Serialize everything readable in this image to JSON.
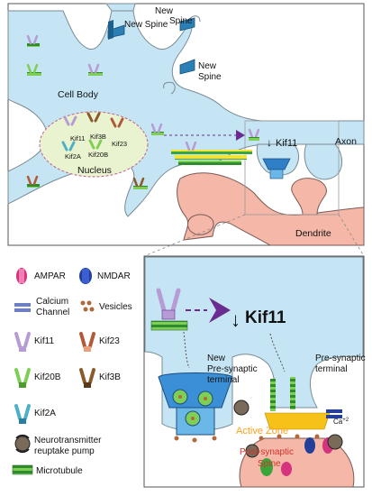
{
  "colors": {
    "cytoplasm": "#c6e5f4",
    "membrane": "#7a8b93",
    "dendrite": "#f4b7a8",
    "nucleus": "#e9f3cf",
    "kif11": "#b79bd4",
    "arrow_purple": "#6a2c91",
    "microtubule_green": "#3aa63a",
    "microtubule_yellow": "#f2e33a",
    "ampar": "#d6337e",
    "nmdar": "#233f9a",
    "active_zone": "#f6c21a",
    "postsyn_label": "#d0342c"
  },
  "top_panel": {
    "new_spine_1": "New Spine",
    "new_spine_2_line1": "New",
    "new_spine_2_line2": "Spine",
    "new_spine_3_line1": "New",
    "new_spine_3_line2": "Spine",
    "cell_body": "Cell Body",
    "nucleus": "Nucleus",
    "kif_labels": [
      "Kif11",
      "Kif3B",
      "Kif23",
      "Kif2A",
      "Kif20B"
    ],
    "kif11_down": "Kif11",
    "axon": "Axon",
    "dendrite": "Dendrite"
  },
  "legend": {
    "ampar": "AMPAR",
    "nmdar": "NMDAR",
    "calcium_line1": "Calcium",
    "calcium_line2": "Channel",
    "vesicles": "Vesicles",
    "kif11": "Kif11",
    "kif23": "Kif23",
    "kif20b": "Kif20B",
    "kif3b": "Kif3B",
    "kif2a": "Kif2A",
    "pump_line1": "Neurotransmitter",
    "pump_line2": "reuptake pump",
    "microtubule": "Microtubule"
  },
  "zoom_panel": {
    "kif11_down": "Kif11",
    "new_presyn_line1": "New",
    "new_presyn_line2": "Pre-synaptic",
    "new_presyn_line3": "terminal",
    "presyn_line1": "Pre-synaptic",
    "presyn_line2": "terminal",
    "ca": "Ca",
    "ca_sup": "+2",
    "active_zone": "Active Zone",
    "postsyn_line1": "Post-synaptic",
    "postsyn_line2": "Spine"
  }
}
